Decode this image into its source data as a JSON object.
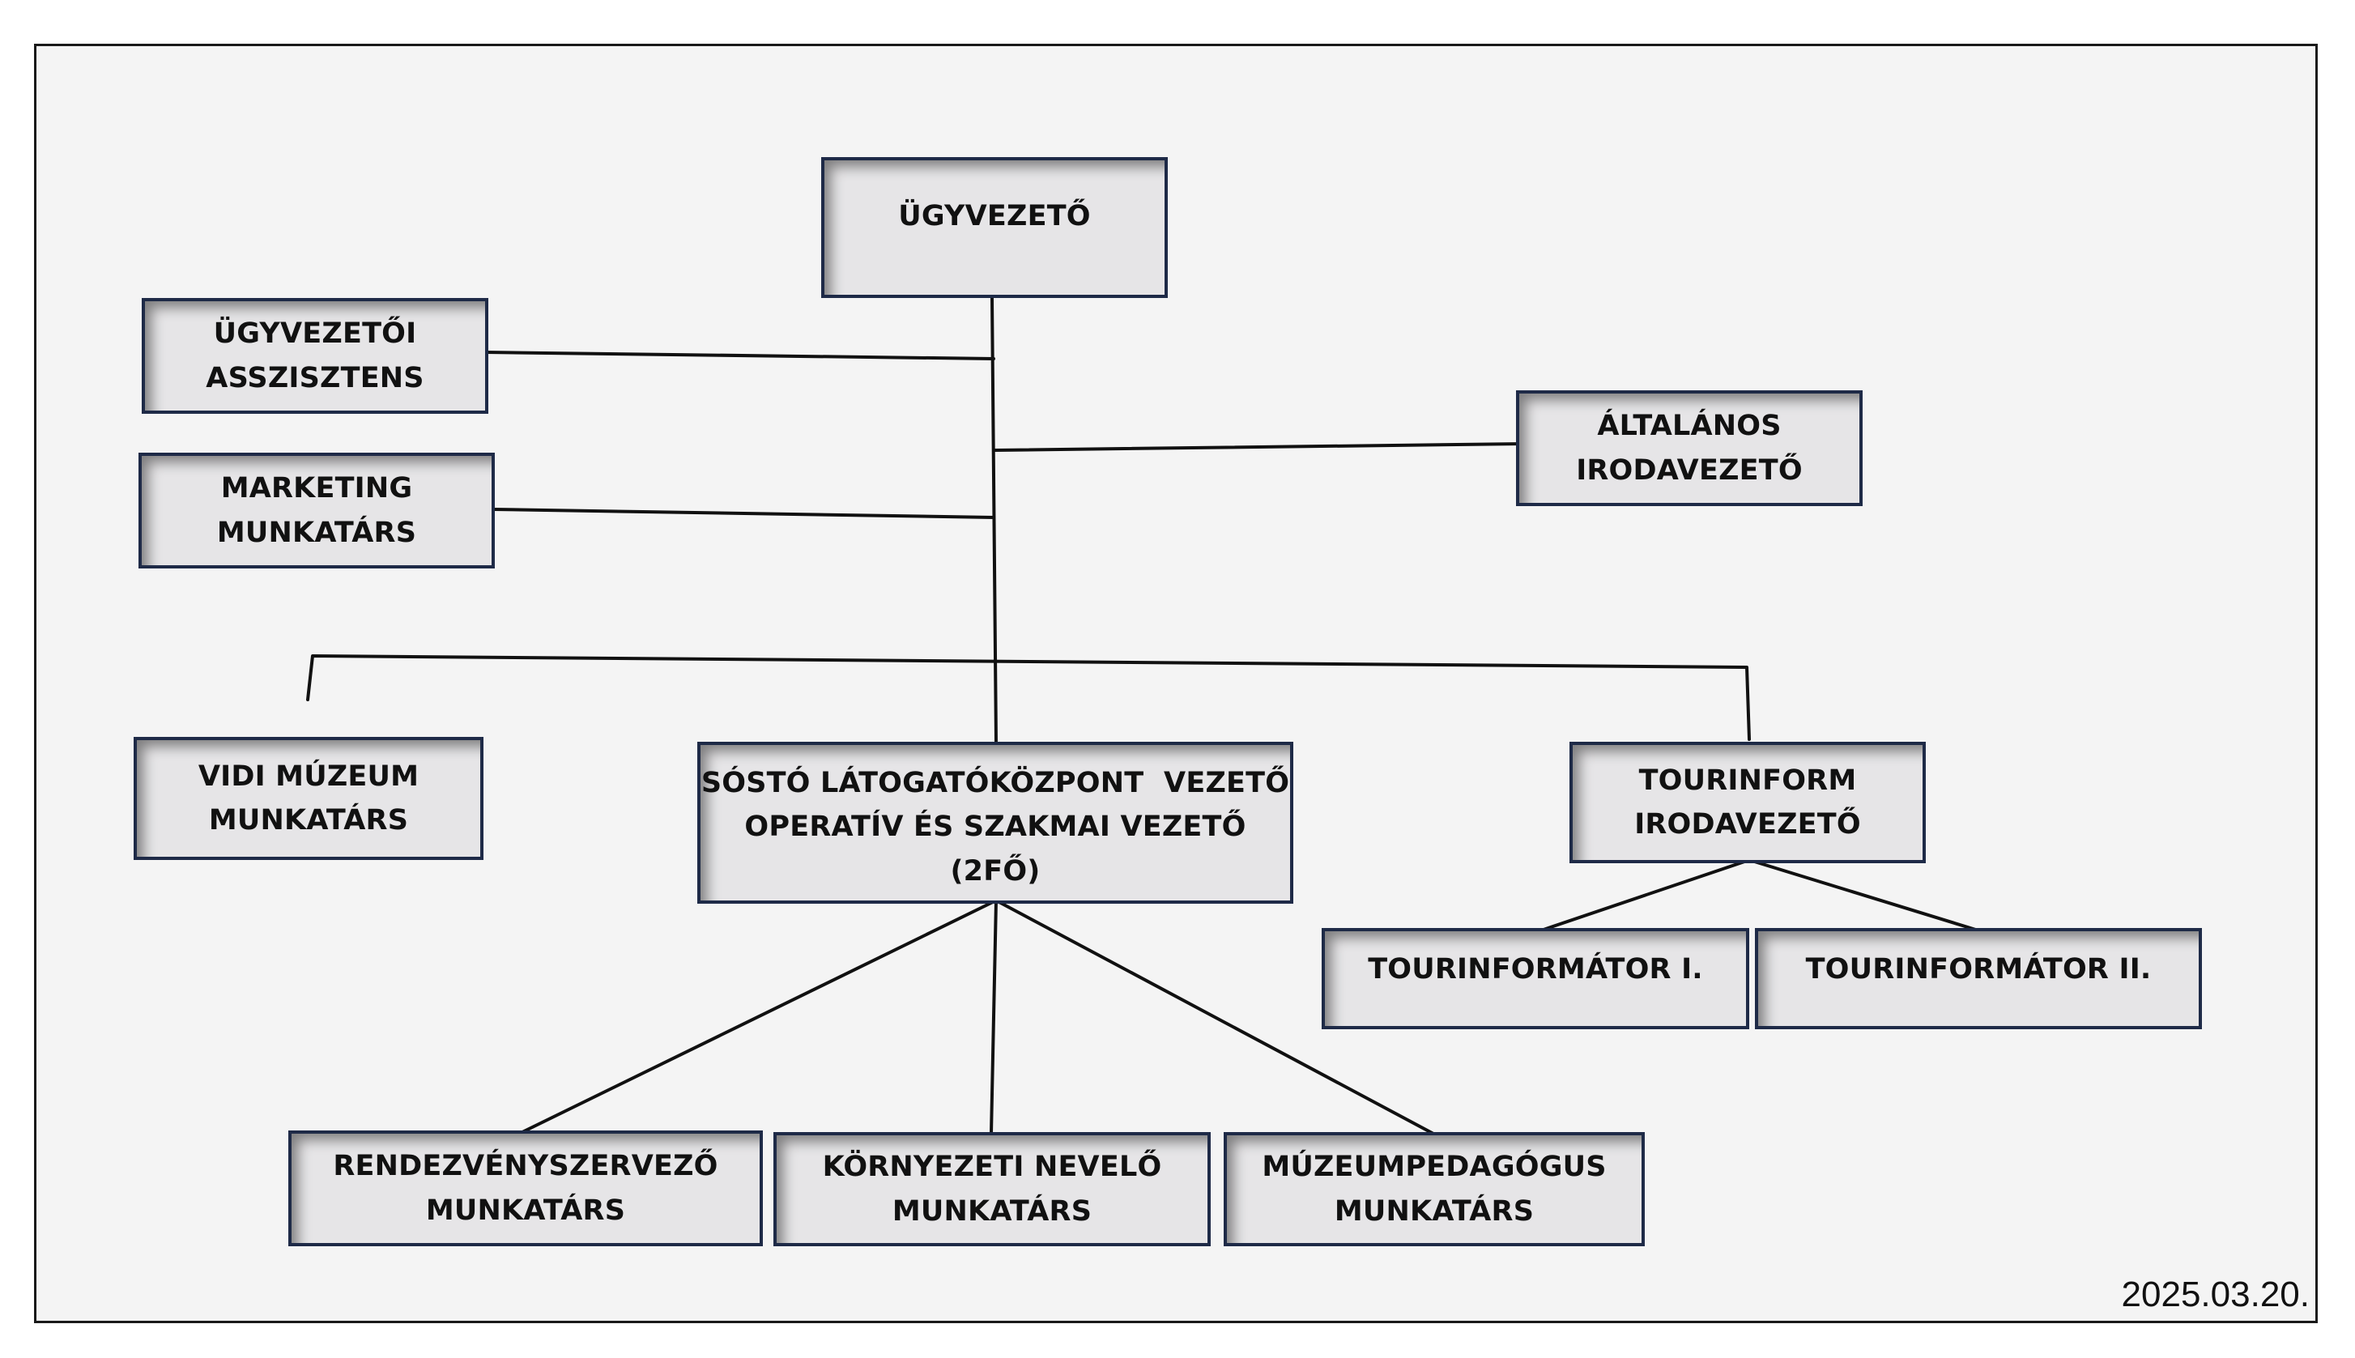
{
  "org_chart": {
    "nodes": {
      "ugyvezeto": [
        "ÜGYVEZETŐ"
      ],
      "asszisztens": [
        "ÜGYVEZETŐI",
        "ASSZISZTENS"
      ],
      "marketing": [
        "MARKETING",
        "MUNKATÁRS"
      ],
      "irodavezeto": [
        "ÁLTALÁNOS",
        "IRODAVEZETŐ"
      ],
      "vidi": [
        "VIDI MÚZEUM",
        "MUNKATÁRS"
      ],
      "sosto": [
        "SÓSTÓ LÁTOGATÓKÖZPONT  VEZETŐ",
        "OPERATÍV ÉS SZAKMAI VEZETŐ (2FŐ)"
      ],
      "tourinform": [
        "TOURINFORM",
        "IRODAVEZETŐ"
      ],
      "tourinformator1": [
        "TOURINFORMÁTOR I."
      ],
      "tourinformator2": [
        "TOURINFORMÁTOR II."
      ],
      "rendezveny": [
        "RENDEZVÉNYSZERVEZŐ",
        "MUNKATÁRS"
      ],
      "kornyezeti": [
        "KÖRNYEZETI NEVELŐ",
        "MUNKATÁRS"
      ],
      "muzeumpedagogus": [
        "MÚZEUMPEDAGÓGUS",
        "MUNKATÁRS"
      ]
    },
    "colors": {
      "box_fill": "#e6e5e7",
      "box_border": "#1e2a47",
      "connector": "#111111",
      "background": "#f4f4f4"
    }
  },
  "date": "2025.03.20."
}
